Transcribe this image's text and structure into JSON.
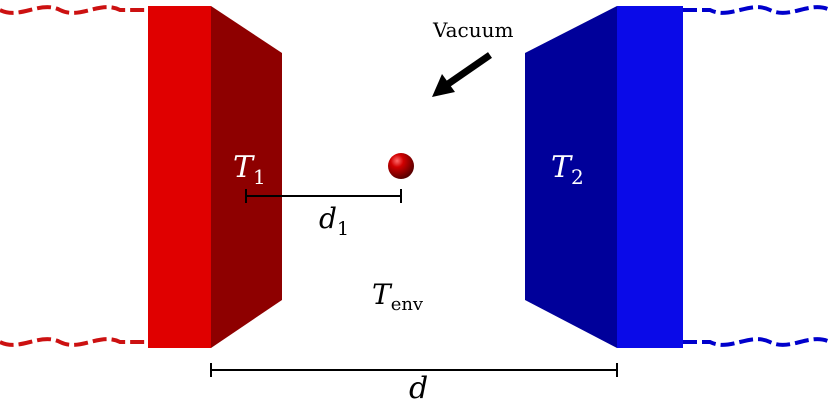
{
  "labels": {
    "vacuum": "Vacuum",
    "t1_main": "T",
    "t1_sub": "1",
    "t2_main": "T",
    "t2_sub": "2",
    "d1_main": "d",
    "d1_sub": "1",
    "tenv_main": "T",
    "tenv_sub": "env",
    "d_main": "d"
  },
  "colors": {
    "left_plate_face": "#e00000",
    "left_plate_side": "#8e0000",
    "right_plate_face": "#0a0ae8",
    "right_plate_side": "#00009a",
    "left_wave": "#cc1111",
    "right_wave": "#0000cc",
    "sphere": "#b00000",
    "arrow": "#000000",
    "dimension": "#000000",
    "plate_label": "#ffffff",
    "text": "#000000"
  },
  "icons": {
    "pointer": "arrow-icon",
    "particle": "sphere-icon"
  }
}
